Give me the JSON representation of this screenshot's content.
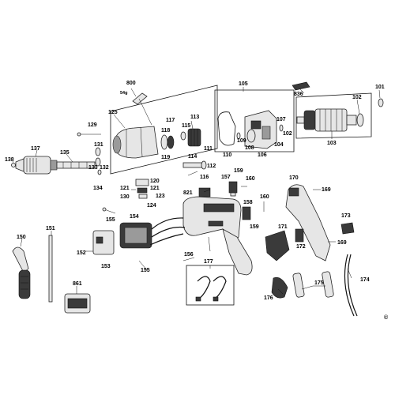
{
  "labels": {
    "l800": "800",
    "l54g": "54g",
    "l105": "105",
    "l836": "836",
    "l101": "101",
    "l102a": "102",
    "l102b": "102",
    "l103": "103",
    "l104": "104",
    "l106": "106",
    "l107": "107",
    "l108": "108",
    "l109": "109",
    "l110": "110",
    "l111": "111",
    "l112": "112",
    "l113": "113",
    "l114": "114",
    "l115": "115",
    "l116": "116",
    "l117": "117",
    "l118": "118",
    "l119": "119",
    "l120": "120",
    "l121a": "121",
    "l121b": "121",
    "l123": "123",
    "l124": "124",
    "l125": "125",
    "l129": "129",
    "l130": "130",
    "l131": "131",
    "l132": "132",
    "l133": "133",
    "l134": "134",
    "l135": "135",
    "l137": "137",
    "l138": "138",
    "l150": "150",
    "l151": "151",
    "l152": "152",
    "l153": "153",
    "l154": "154",
    "l155a": "155",
    "l155b": "155",
    "l156": "156",
    "l157": "157",
    "l158": "158",
    "l159a": "159",
    "l159b": "159",
    "l160a": "160",
    "l160b": "160",
    "l169a": "169",
    "l169b": "169",
    "l170": "170",
    "l171": "171",
    "l172": "172",
    "l173": "173",
    "l174": "174",
    "l175": "175",
    "l176": "176",
    "l177": "177",
    "l821": "821",
    "l861": "861",
    "copyright": "©"
  }
}
